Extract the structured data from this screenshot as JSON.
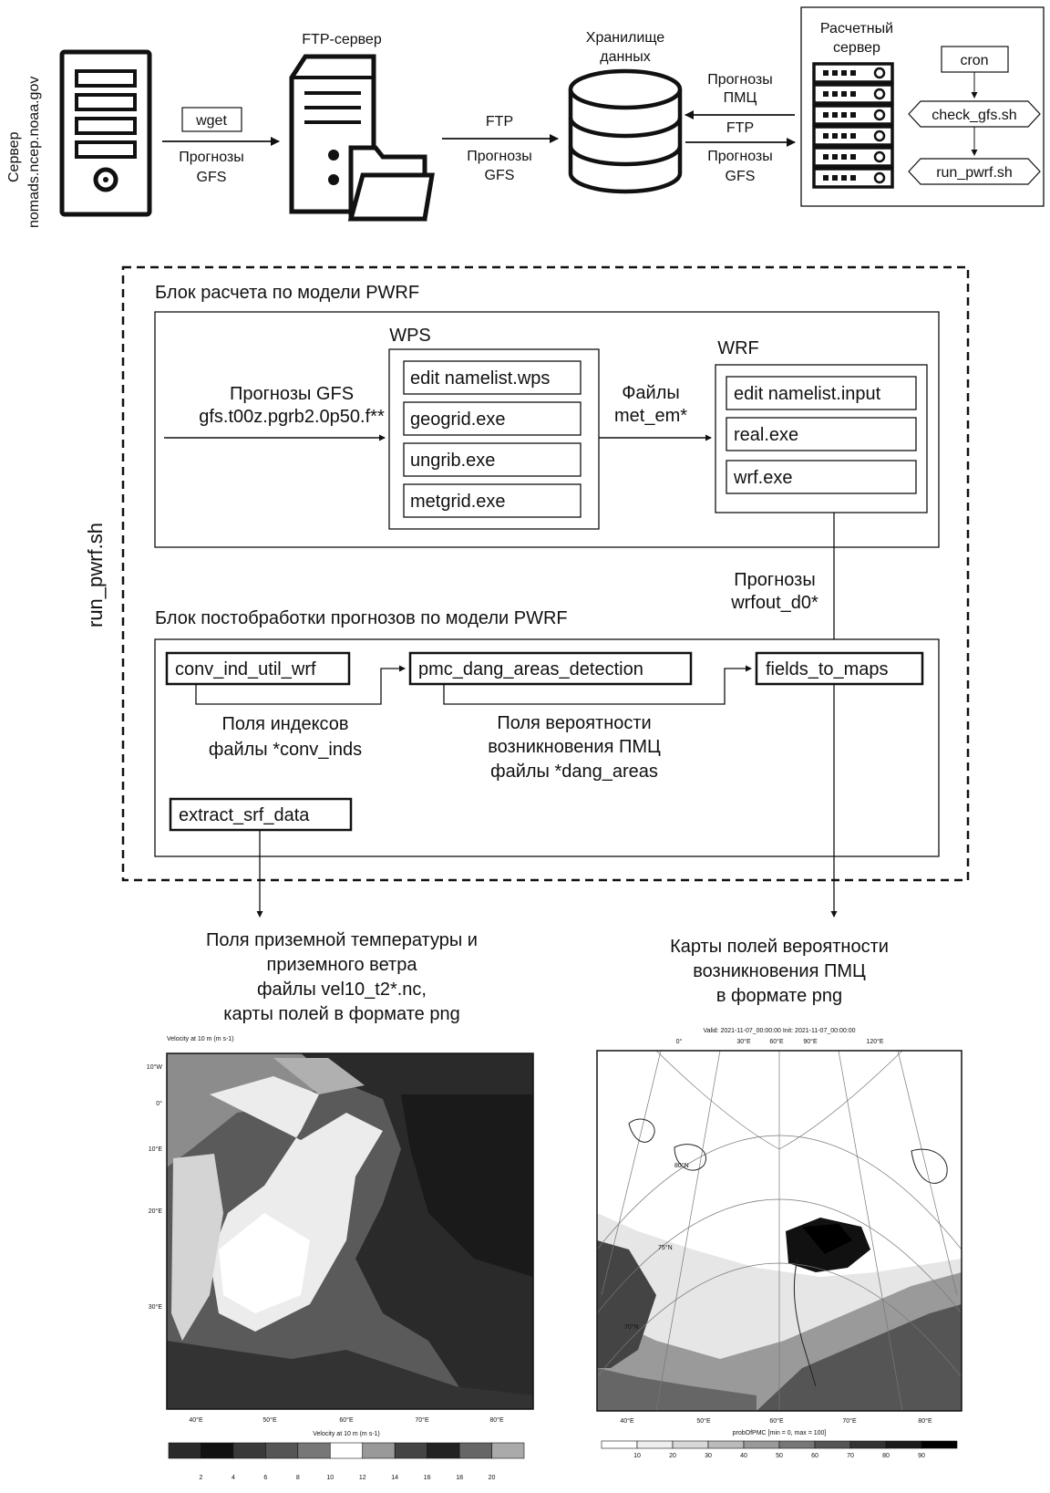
{
  "top": {
    "server_label": [
      "Сервер",
      "nomads.ncep.noaa.gov"
    ],
    "wget": "wget",
    "gfs_forecasts": [
      "Прогнозы",
      "GFS"
    ],
    "ftp_server": "FTP-сервер",
    "ftp": "FTP",
    "storage": [
      "Хранилище",
      "данных"
    ],
    "pmc_forecasts": [
      "Прогнозы",
      "ПМЦ"
    ],
    "compute_server": [
      "Расчетный",
      "сервер"
    ],
    "cron": "cron",
    "check_script": "check_gfs.sh",
    "run_script": "run_pwrf.sh"
  },
  "run_label": "run_pwrf.sh",
  "pwrf_block": {
    "title": "Блок расчета по модели PWRF",
    "gfs_input": [
      "Прогнозы GFS",
      "gfs.t00z.pgrb2.0p50.f**"
    ],
    "wps": {
      "title": "WPS",
      "steps": [
        "edit namelist.wps",
        "geogrid.exe",
        "ungrib.exe",
        "metgrid.exe"
      ]
    },
    "met_files": [
      "Файлы",
      "met_em*"
    ],
    "wrf": {
      "title": "WRF",
      "steps": [
        "edit namelist.input",
        "real.exe",
        "wrf.exe"
      ]
    },
    "wrfout": [
      "Прогнозы",
      "wrfout_d0*"
    ]
  },
  "post_block": {
    "title": "Блок постобработки прогнозов по модели PWRF",
    "conv": "conv_ind_util_wrf",
    "pmc": "pmc_dang_areas_detection",
    "maps": "fields_to_maps",
    "extract": "extract_srf_data",
    "conv_out": [
      "Поля индексов",
      "файлы *conv_inds"
    ],
    "pmc_out": [
      "Поля вероятности",
      "возникновения ПМЦ",
      "файлы *dang_areas"
    ]
  },
  "outputs": {
    "left": [
      "Поля приземной температуры и",
      "приземного ветра",
      "файлы vel10_t2*.nc,",
      "карты полей в формате png"
    ],
    "right": [
      "Карты полей вероятности",
      "возникновения ПМЦ",
      "в формате png"
    ]
  },
  "left_map": {
    "title": "Velocity at 10 m   (m s-1)",
    "lat_labels": [
      "10°W",
      "0°",
      "10°E",
      "20°E",
      "30°E"
    ],
    "lon_labels": [
      "40°E",
      "50°E",
      "60°E",
      "70°E",
      "80°E"
    ],
    "colorbar_title": "Velocity at 10 m   (m s-1)",
    "colorbar_ticks": [
      "2",
      "4",
      "6",
      "8",
      "10",
      "12",
      "14",
      "16",
      "18",
      "20"
    ],
    "colors": [
      "#2a2a2a",
      "#111111",
      "#3a3a3a",
      "#555555",
      "#777777",
      "#ffffff",
      "#999999",
      "#444444",
      "#222222",
      "#666666",
      "#aaaaaa"
    ]
  },
  "right_map": {
    "title": "Valid: 2021-11-07_00:00:00 Init: 2021-11-07_00:00:00",
    "top_labels": [
      "0°",
      "30°E",
      "60°E",
      "90°E",
      "120°E"
    ],
    "lat_labels": [
      "80°N",
      "75°N",
      "70°N"
    ],
    "lon_labels": [
      "40°E",
      "50°E",
      "60°E",
      "70°E",
      "80°E"
    ],
    "colorbar_title": "probOfPMC [min = 0, max = 100]",
    "colorbar_ticks": [
      "10",
      "20",
      "30",
      "40",
      "50",
      "60",
      "70",
      "80",
      "90"
    ],
    "colors": [
      "#ffffff",
      "#eeeeee",
      "#d8d8d8",
      "#bbbbbb",
      "#999999",
      "#777777",
      "#555555",
      "#333333",
      "#1a1a1a",
      "#000000"
    ]
  }
}
